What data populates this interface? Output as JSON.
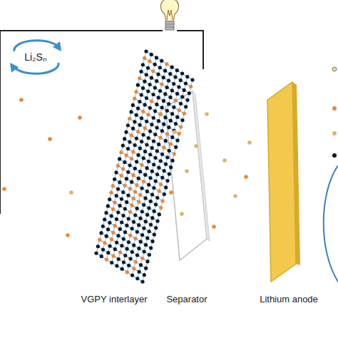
{
  "diagram": {
    "labels": [
      "Li₂Sₙ",
      "VGPY interlayer",
      "Separator",
      "Lithium anode"
    ]
  }
}
